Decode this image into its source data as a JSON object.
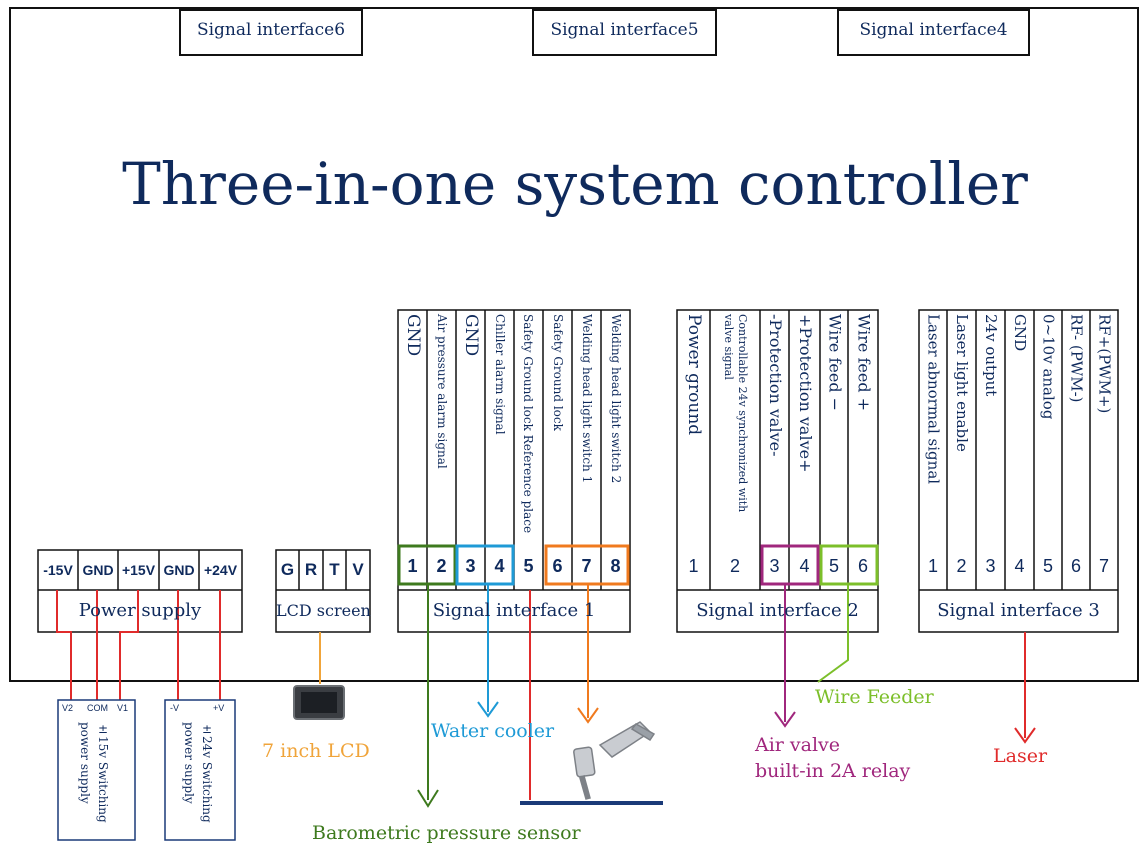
{
  "title": "Three-in-one system controller",
  "top_signals": {
    "s6": "Signal interface6",
    "s5": "Signal interface5",
    "s4": "Signal interface4"
  },
  "power_supply": {
    "pins": [
      "-15V",
      "GND",
      "+15V",
      "GND",
      "+24V"
    ],
    "label": "Power supply"
  },
  "lcd_block": {
    "pins": [
      "G",
      "R",
      "T",
      "V"
    ],
    "label": "LCD screen"
  },
  "sig1": {
    "label": "Signal interface 1",
    "pins": [
      "1",
      "2",
      "3",
      "4",
      "5",
      "6",
      "7",
      "8"
    ],
    "descs": [
      "GND",
      "Air pressure alarm signal",
      "GND",
      "Chiller alarm signal",
      "Safety Ground lock Reference place",
      "Safety Ground lock",
      "Welding head light switch 1",
      "Welding head light switch 2"
    ]
  },
  "sig2": {
    "label": "Signal interface 2",
    "pins": [
      "1",
      "2",
      "3",
      "4",
      "5",
      "6"
    ],
    "descs": [
      "Power ground",
      "Controllable 24v synchronized with valve signal",
      "-Protection valve-",
      "+Protection valve+",
      "Wire feed −",
      "Wire feed +"
    ]
  },
  "sig3": {
    "label": "Signal interface 3",
    "pins": [
      "1",
      "2",
      "3",
      "4",
      "5",
      "6",
      "7"
    ],
    "descs": [
      "Laser abnormal signal",
      "Laser light enable",
      "24v output",
      "GND",
      "0~10v analog",
      "RF- (PWM-)",
      "RF+(PWM+)"
    ]
  },
  "psu15": {
    "pins": [
      "V2",
      "COM",
      "V1"
    ],
    "text": [
      "±15v Switching",
      "power supply"
    ]
  },
  "psu24": {
    "pins": [
      "-V",
      "+V"
    ],
    "text": [
      "±24v Switching",
      "power supply"
    ]
  },
  "captions": {
    "lcd7": "7 inch LCD",
    "water": "Water cooler",
    "baro": "Barometric pressure sensor",
    "wire": "Wire Feeder",
    "air1": "Air valve",
    "air2": "built-in 2A relay",
    "laser": "Laser"
  },
  "colors": {
    "navy": "#0f2a5c",
    "green": "#3e7a1e",
    "blue": "#1e9ad6",
    "orange": "#f07a1e",
    "purple": "#a0277d",
    "lime": "#7cbf2a",
    "red": "#e02b2b",
    "lcd_yellow": "#f0a43a"
  }
}
